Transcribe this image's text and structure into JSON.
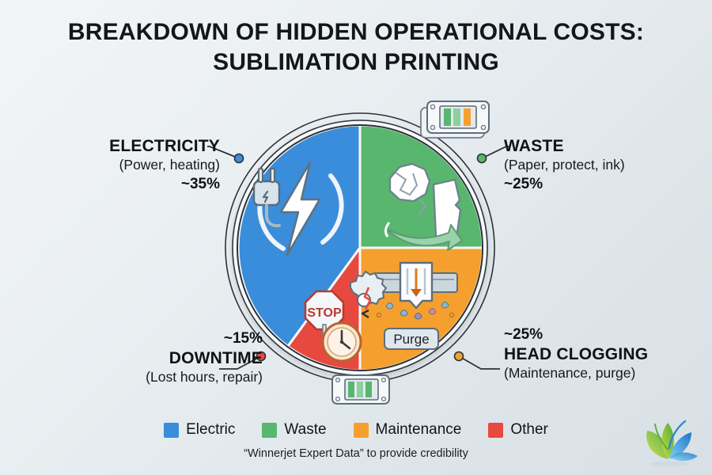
{
  "title": {
    "line1": "BREAKDOWN OF HIDDEN OPERATIONAL COSTS:",
    "line2": "SUBLIMATION PRINTING"
  },
  "chart_data": {
    "type": "pie",
    "title": "BREAKDOWN OF HIDDEN OPERATIONAL COSTS: SUBLIMATION PRINTING",
    "subtitle": "“Winnerjet Expert Data” to provide credibility",
    "categories": [
      "Electricity",
      "Waste",
      "Head Clogging",
      "Downtime"
    ],
    "values": [
      35,
      25,
      25,
      15
    ],
    "value_labels": [
      "~35%",
      "~25%",
      "~25%",
      "~15%"
    ],
    "colors": [
      "#3a8ddb",
      "#59b66e",
      "#f5a02e",
      "#e8493f"
    ],
    "legend_position": "bottom",
    "grid": false,
    "slices": [
      {
        "name": "Electricity",
        "heading": "ELECTRICITY",
        "detail": "(Power, heating)",
        "percent_label": "~35%",
        "value": 35,
        "color": "#3a8ddb",
        "icon": "plug-and-lightning-bolt-icon"
      },
      {
        "name": "Waste",
        "heading": "WASTE",
        "detail": "(Paper, protect, ink)",
        "percent_label": "~25%",
        "value": 25,
        "color": "#59b66e",
        "icon": "crumpled-paper-recycle-icon"
      },
      {
        "name": "Head Clogging",
        "heading": "HEAD CLOGGING",
        "detail": "(Maintenance, purge)",
        "percent_label": "~25%",
        "value": 25,
        "color": "#f5a02e",
        "icon": "purge-nozzle-droplets-icon",
        "badge": "Purge"
      },
      {
        "name": "Downtime",
        "heading": "DOWNTIME",
        "detail": "(Lost hours, repair)",
        "percent_label": "~15%",
        "value": 15,
        "color": "#e8493f",
        "icon": "stop-sign-broken-gear-clock-icon",
        "badge": "STOP"
      }
    ]
  },
  "legend": {
    "items": [
      {
        "label": "Electric",
        "color": "#3a8ddb"
      },
      {
        "label": "Waste",
        "color": "#59b66e"
      },
      {
        "label": "Maintenance",
        "color": "#f5a02e"
      },
      {
        "label": "Other",
        "color": "#e8493f"
      }
    ]
  },
  "caption": "“Winnerjet Expert Data” to provide credibility",
  "decorations": {
    "printhead_top": "printhead-cartridge-icon",
    "printhead_bottom": "printhead-cartridge-icon",
    "brand_logo": "leaf-splash-logo"
  }
}
